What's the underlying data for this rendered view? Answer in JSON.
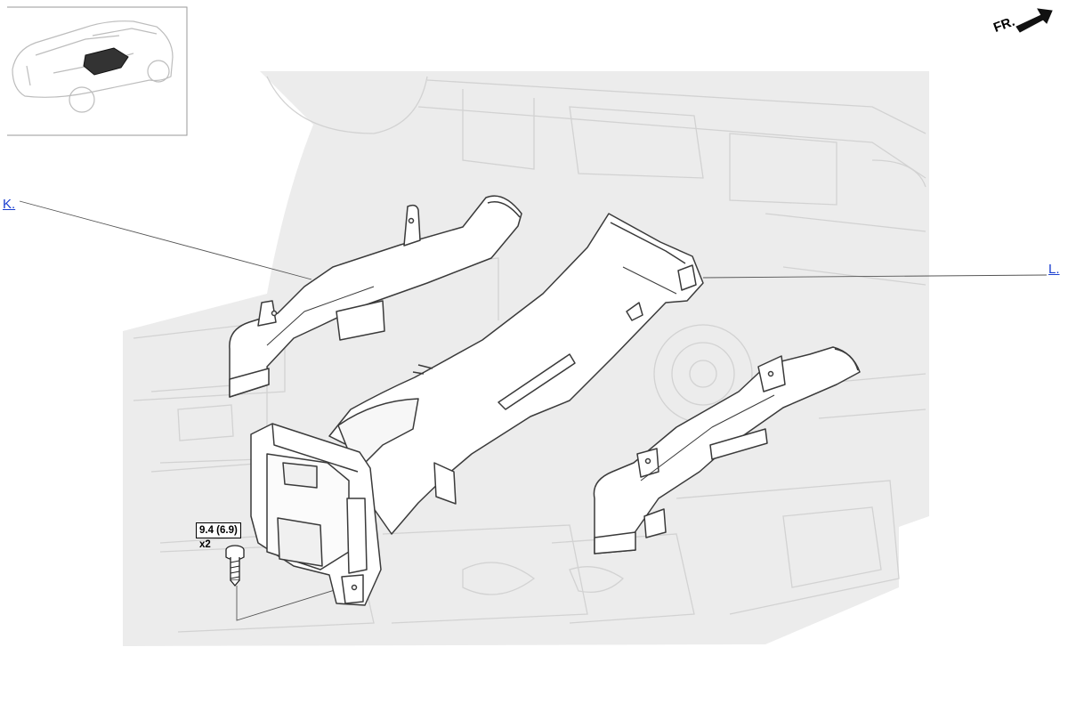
{
  "callouts": {
    "k": {
      "label": "K."
    },
    "l": {
      "label": "L."
    }
  },
  "fastener": {
    "torque": "9.4 (6.9)",
    "quantity": "x2"
  },
  "orientation": {
    "label": "FR."
  },
  "colors": {
    "background_panel": "#ececec",
    "ghost_lines": "#d2d2d2",
    "part_fill": "#ffffff",
    "part_stroke": "#3a3a3a",
    "link": "#1a3fd0"
  },
  "icons": {
    "orientation": "arrow-icon",
    "locator": "vehicle-locator-icon",
    "fastener": "bolt-icon"
  }
}
